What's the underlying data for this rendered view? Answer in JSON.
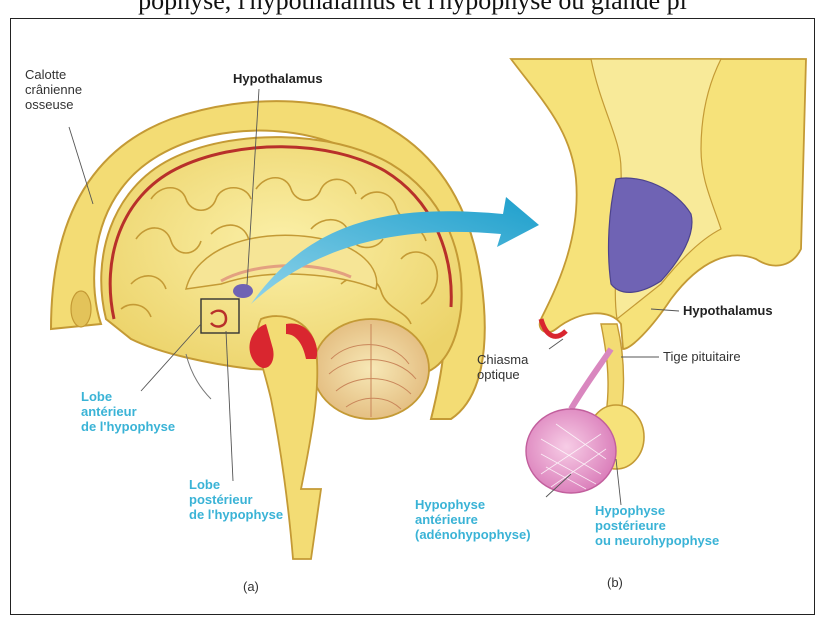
{
  "header_text": "pophyse, l'hypothalamus et l'hypophyse ou glande pi",
  "labels": {
    "calotte": [
      "Calotte",
      "crânienne",
      "osseuse"
    ],
    "hypothalamus_a": "Hypothalamus",
    "lobe_anterieur": [
      "Lobe",
      "antérieur",
      "de l'hypophyse"
    ],
    "lobe_posterieur": [
      "Lobe",
      "postérieur",
      "de l'hypophyse"
    ],
    "hypothalamus_b": "Hypothalamus",
    "chiasma": [
      "Chiasma",
      "optique"
    ],
    "tige": "Tige pituitaire",
    "hypophyse_ant": [
      "Hypophyse",
      "antérieure",
      "(adénohypophyse)"
    ],
    "hypophyse_post": [
      "Hypophyse",
      "postérieure",
      "ou neurohypophyse"
    ]
  },
  "captions": {
    "a": "(a)",
    "b": "(b)"
  },
  "colors": {
    "brain": "#f5e27a",
    "brain_dark": "#caa53a",
    "skull_line": "#b8302a",
    "hypothalamus": "#6f63b4",
    "arrow": "#2aa9d1",
    "label_blue": "#3ab3d6",
    "anterior_pink": "#e49ccf"
  }
}
